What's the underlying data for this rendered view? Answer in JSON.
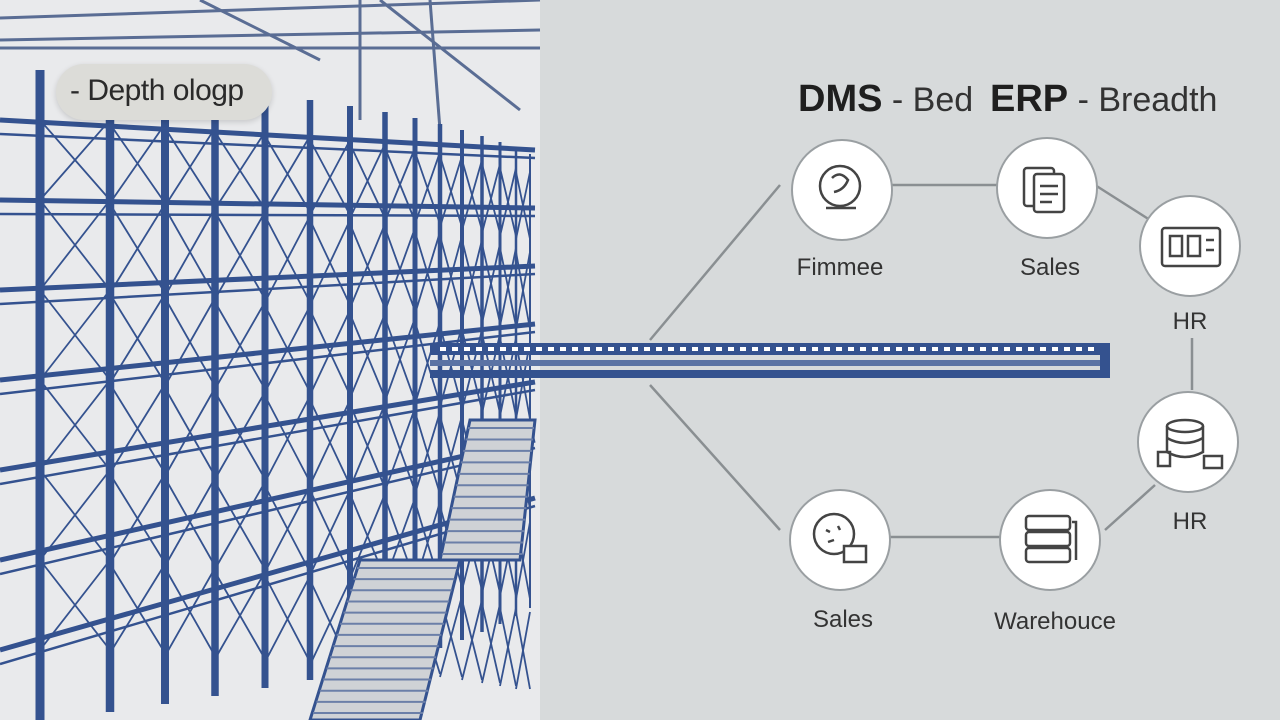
{
  "badge": {
    "label": "- Depth ologp"
  },
  "headings": {
    "dms": {
      "strong": "DMS",
      "rest": " - Bed"
    },
    "erp": {
      "strong": "ERP",
      "rest": " - Breadth"
    }
  },
  "nodes": [
    {
      "id": "finance",
      "label": "Fimmee",
      "icon": "money-bag-icon"
    },
    {
      "id": "sales-top",
      "label": "Sales",
      "icon": "documents-icon"
    },
    {
      "id": "hr-top",
      "label": "HR",
      "icon": "server-rack-icon"
    },
    {
      "id": "hr-bottom",
      "label": "HR",
      "icon": "database-icon"
    },
    {
      "id": "warehouse",
      "label": "Warehouce",
      "icon": "stack-icon"
    },
    {
      "id": "sales-bottom",
      "label": "Sales",
      "icon": "chart-icon"
    }
  ],
  "colors": {
    "background": "#d7dadb",
    "steel": "#34528f",
    "line": "#8a8f92",
    "node_fill": "#ffffff",
    "node_stroke": "#9a9fa2"
  }
}
